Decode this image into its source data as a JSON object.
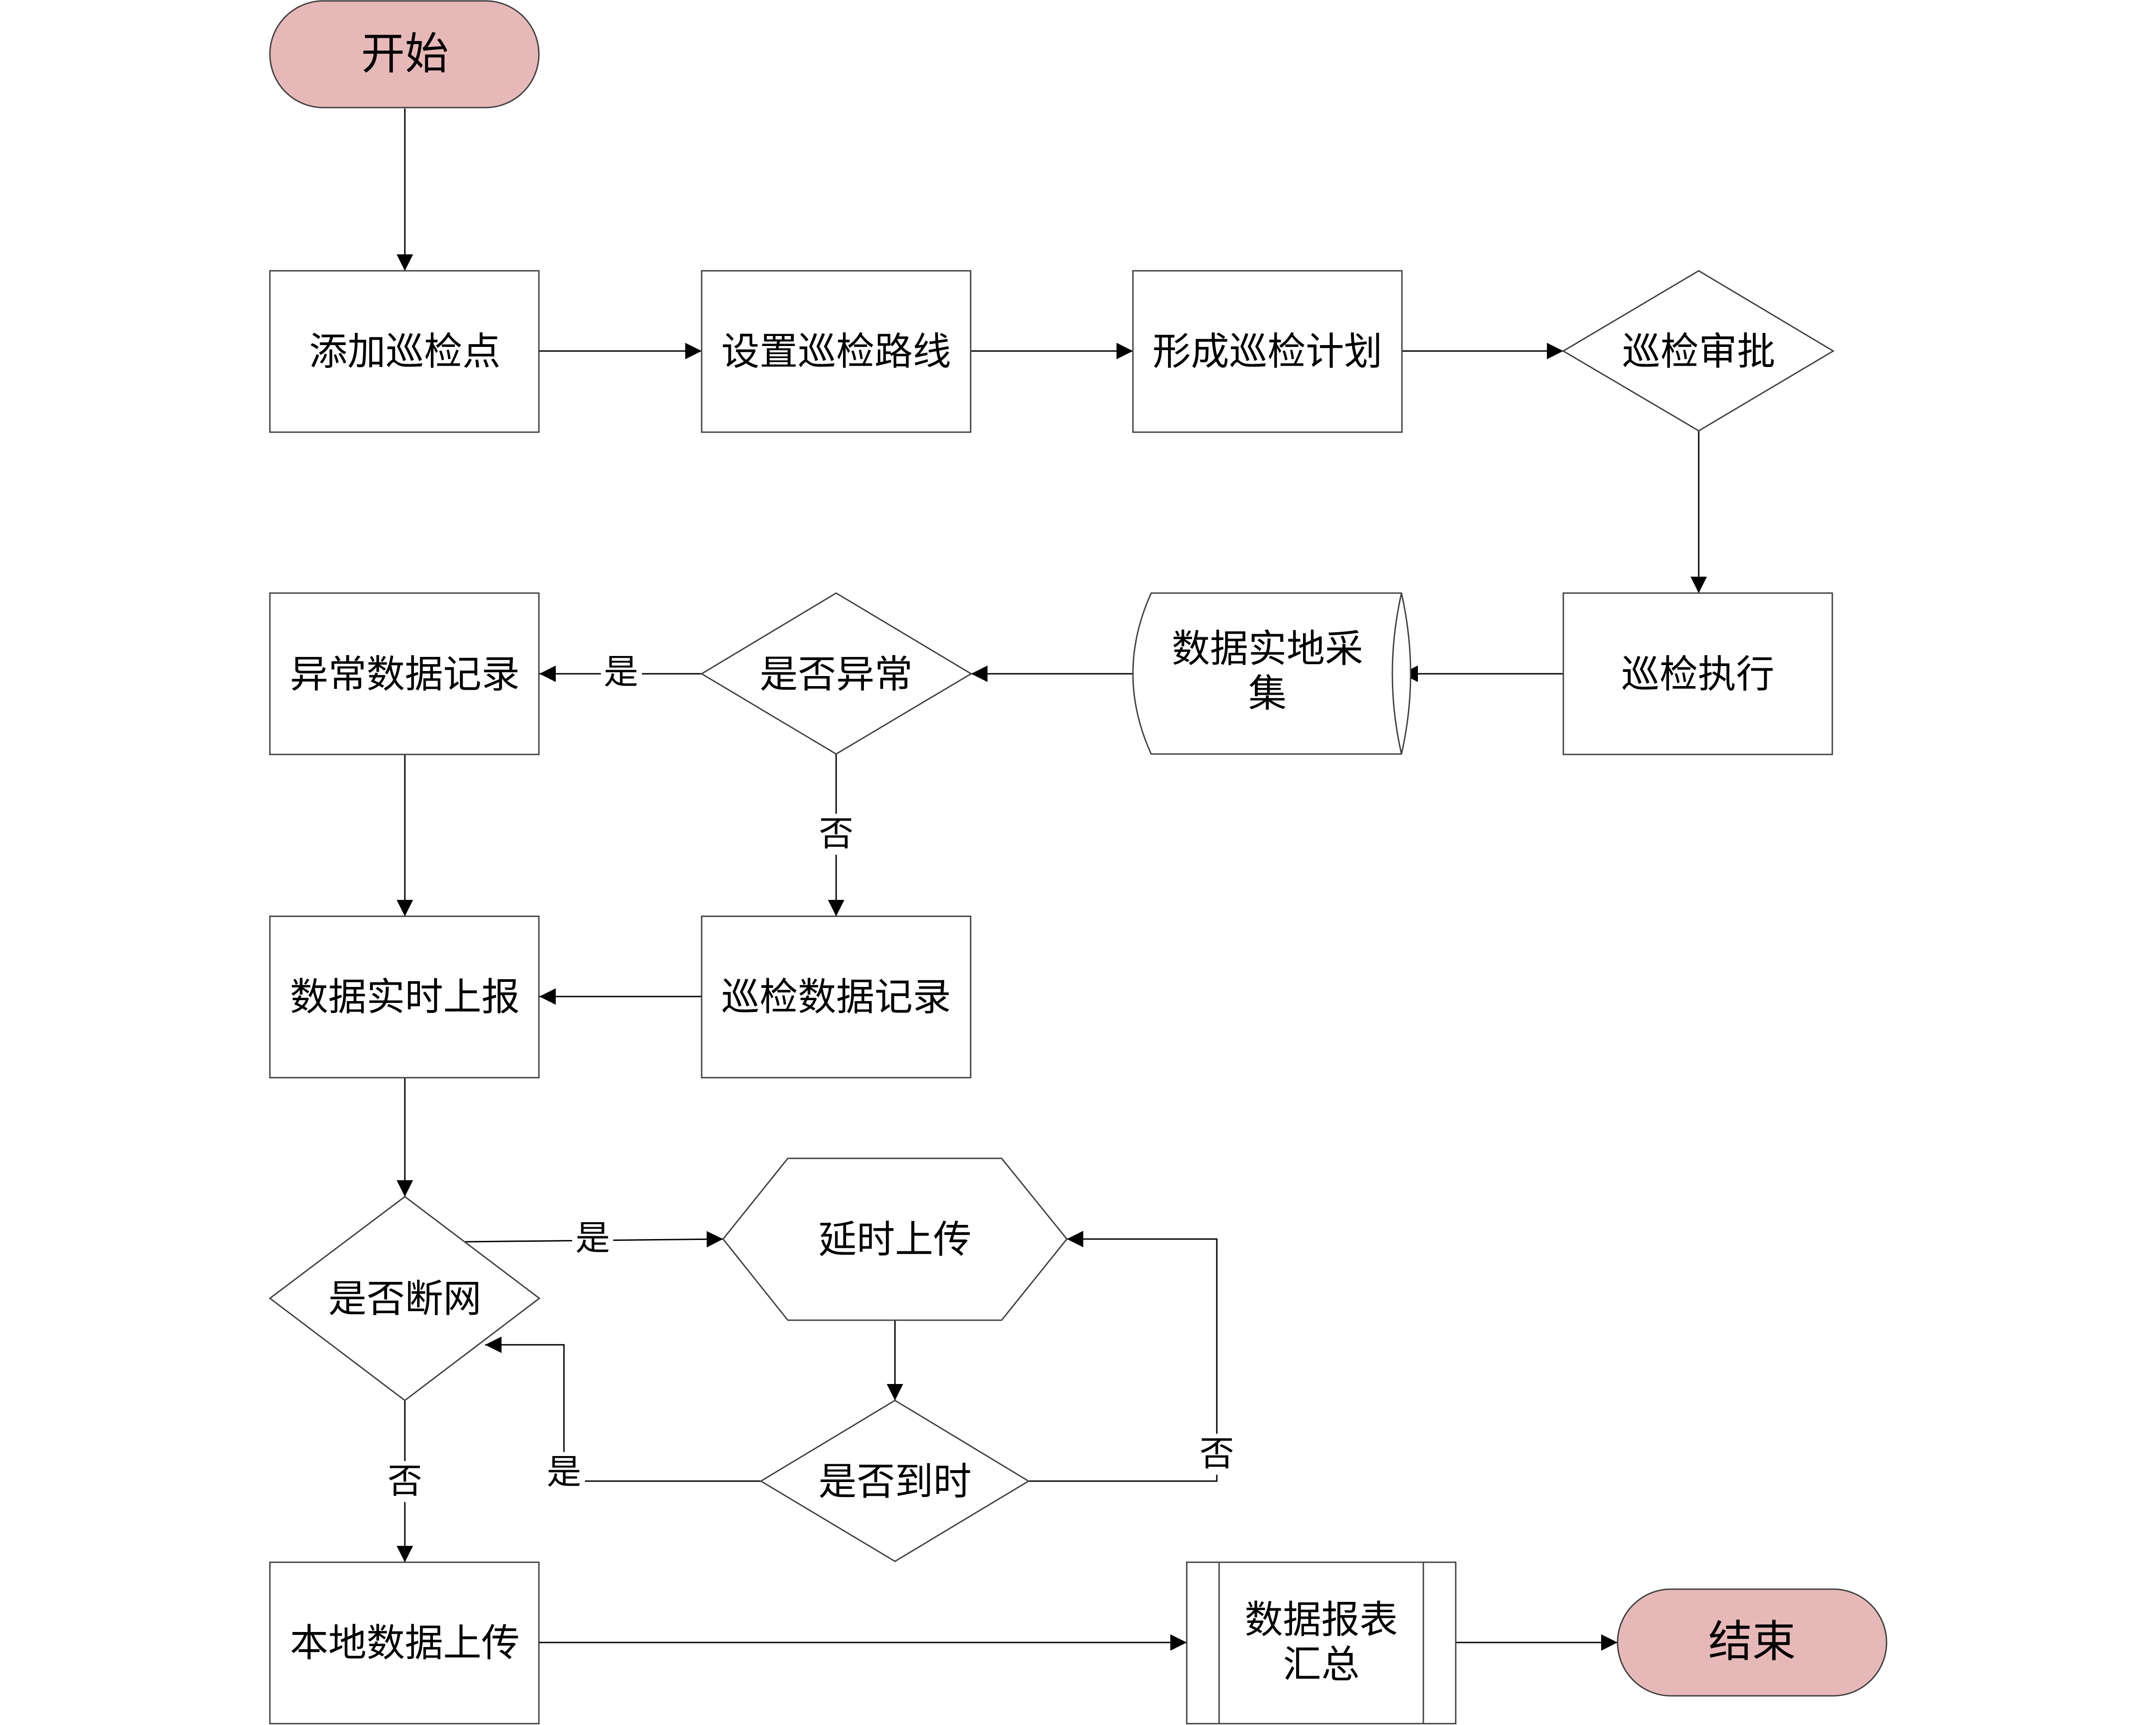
{
  "nodes": {
    "start": "开始",
    "add_point": "添加巡检点",
    "set_route": "设置巡检路线",
    "make_plan": "形成巡检计划",
    "approval": "巡检审批",
    "execute": "巡检执行",
    "collect_line1": "数据实地采",
    "collect_line2": "集",
    "is_abnormal": "是否异常",
    "abnormal_record": "异常数据记录",
    "inspect_record": "巡检数据记录",
    "realtime_report": "数据实时上报",
    "is_offline": "是否断网",
    "delay_upload": "延时上传",
    "is_time_up": "是否到时",
    "local_upload": "本地数据上传",
    "summary_line1": "数据报表",
    "summary_line2": "汇总",
    "end": "结束"
  },
  "edge_labels": {
    "abnormal_yes": "是",
    "abnormal_no": "否",
    "offline_yes": "是",
    "offline_no": "否",
    "time_yes": "是",
    "time_no": "否"
  },
  "colors": {
    "terminal_fill": "#e6b9b8",
    "stroke": "#404040",
    "edge": "#000000"
  }
}
